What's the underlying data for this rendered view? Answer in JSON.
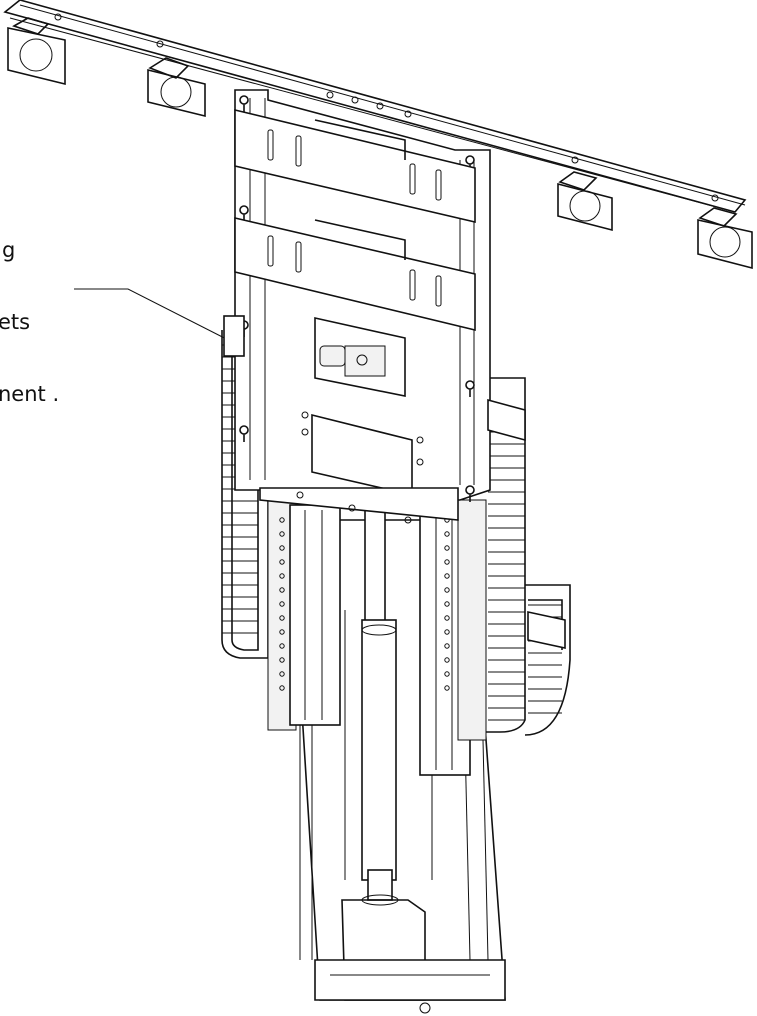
{
  "callout": {
    "line1": "g",
    "line2": "ets",
    "line3": "nent ."
  },
  "colors": {
    "line": "#111111",
    "background": "#ffffff"
  }
}
